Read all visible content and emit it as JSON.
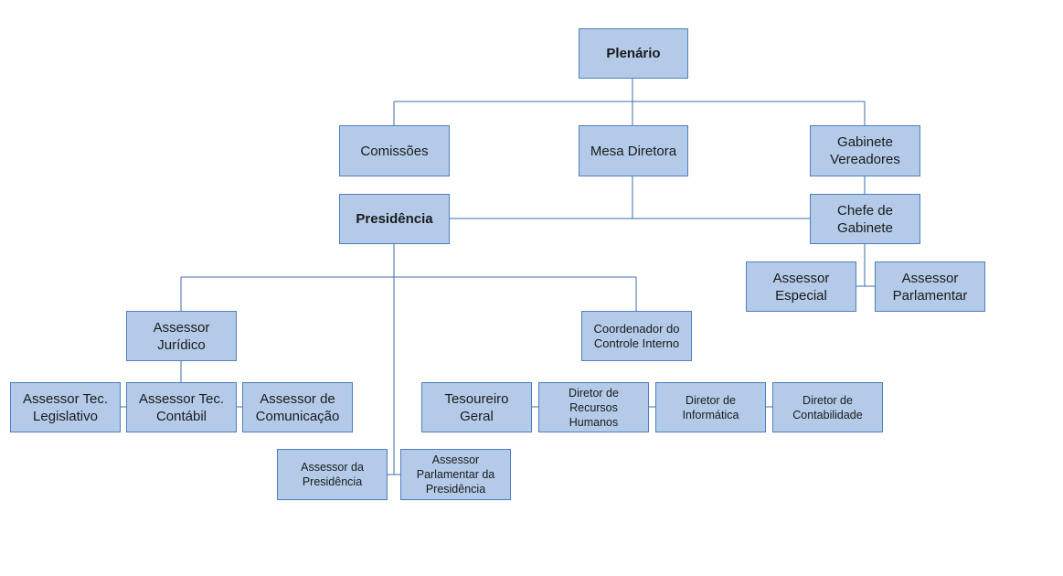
{
  "org_chart": {
    "plenario": "Plenário",
    "comissoes": "Comissões",
    "mesa_diretora": "Mesa Diretora",
    "gabinete_vereadores": "Gabinete\nVereadores",
    "presidencia": "Presidência",
    "chefe_gabinete": "Chefe de\nGabinete",
    "assessor_especial": "Assessor\nEspecial",
    "assessor_parlamentar": "Assessor\nParlamentar",
    "assessor_juridico": "Assessor\nJurídico",
    "coordenador_controle": "Coordenador do\nControle Interno",
    "assessor_tec_legislativo": "Assessor Tec.\nLegislativo",
    "assessor_tec_contabil": "Assessor Tec.\nContábil",
    "assessor_comunicacao": "Assessor de\nComunicação",
    "tesoureiro_geral": "Tesoureiro\nGeral",
    "diretor_rh": "Diretor de\nRecursos\nHumanos",
    "diretor_informatica": "Diretor de\nInformática",
    "diretor_contabilidade": "Diretor de\nContabilidade",
    "assessor_presidencia": "Assessor da\nPresidência",
    "assessor_parlamentar_presidencia": "Assessor\nParlamentar da\nPresidência"
  },
  "colors": {
    "box_fill": "#b3cbe8",
    "box_border": "#4f7fbd",
    "connector": "#3e6fa8"
  }
}
